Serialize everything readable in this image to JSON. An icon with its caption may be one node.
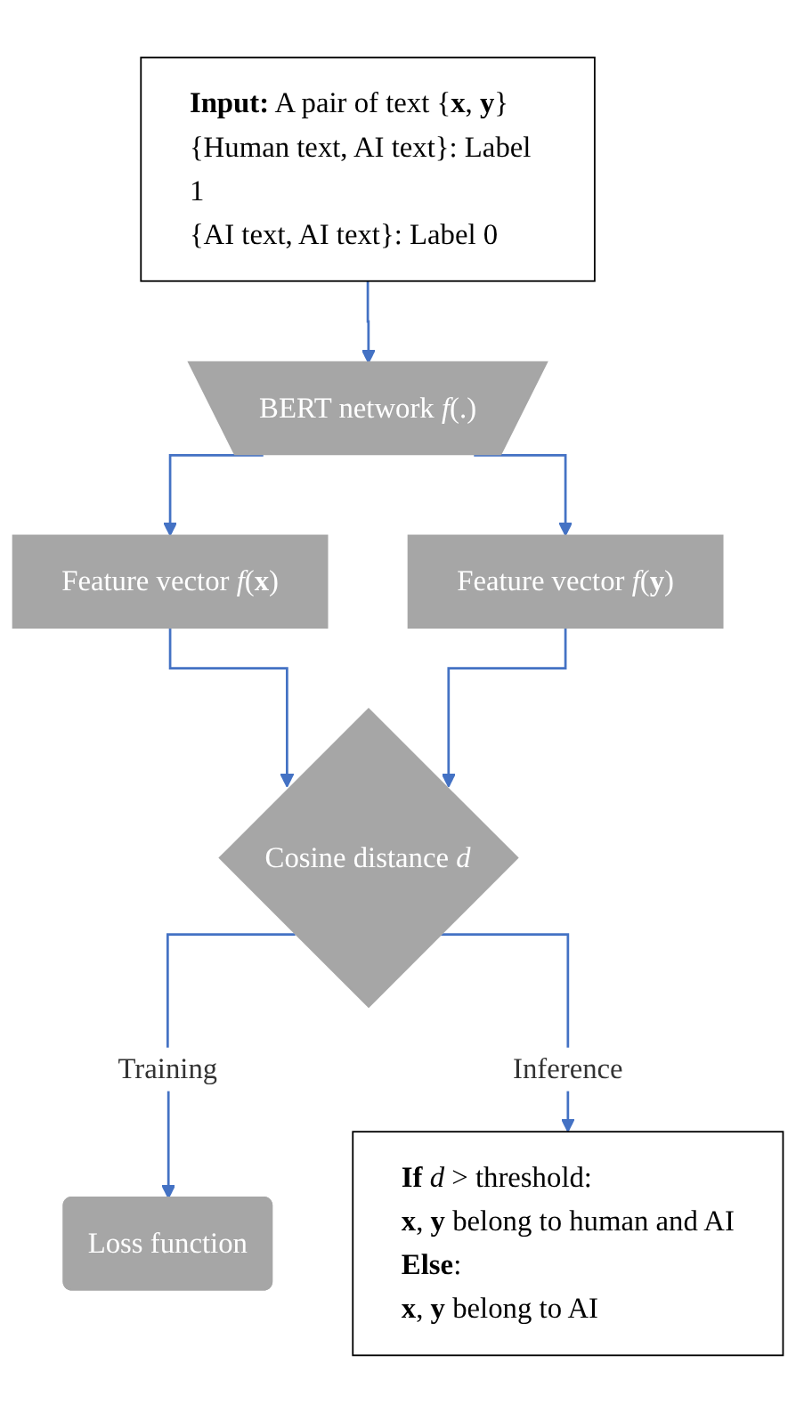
{
  "diagram": {
    "nodes": [
      {
        "text": [
          "**Input:** A pair of text {**x**, **y**}",
          "{Human text, AI text}: Label 1",
          "{AI text, AI text}: Label 0"
        ]
      },
      {
        "text": [
          "BERT network *f*(.)"
        ]
      },
      {
        "text": [
          "Feature vector *f*(**x**)"
        ]
      },
      {
        "text": [
          "Feature vector *f*(**y**)"
        ]
      },
      {
        "text": [
          "Cosine distance *d*"
        ]
      },
      {
        "text": [
          "Loss function"
        ]
      },
      {
        "text": [
          "**If** *d* > threshold:",
          "**x**, **y** belong to human and AI",
          "**Else**:",
          "**x**, **y** belong to AI"
        ]
      }
    ],
    "edges": [
      {
        "from": 0,
        "to": 1,
        "arrow": "to"
      },
      {
        "from": 1,
        "to": 2,
        "arrow": "to"
      },
      {
        "from": 1,
        "to": 3,
        "arrow": "to"
      },
      {
        "from": 2,
        "to": 4,
        "arrow": "to"
      },
      {
        "from": 3,
        "to": 4,
        "arrow": "to"
      },
      {
        "from": 4,
        "to": 5,
        "label": "Training",
        "arrow": "to"
      },
      {
        "from": 4,
        "to": 6,
        "label": "Inference",
        "arrow": "to"
      }
    ]
  }
}
